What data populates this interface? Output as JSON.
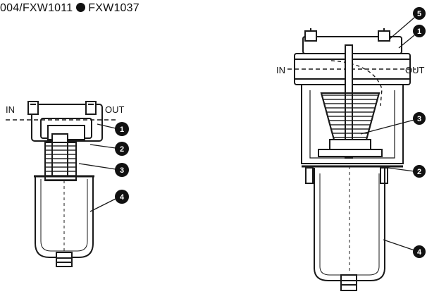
{
  "heading": {
    "left_model": "004/FXW1011",
    "right_model": "FXW1037"
  },
  "icons": {
    "separator": "filled-circle-bullet"
  },
  "left_unit": {
    "inlet_label": "IN",
    "outlet_label": "OUT",
    "callouts": [
      "1",
      "2",
      "3",
      "4"
    ]
  },
  "right_unit": {
    "inlet_label": "IN",
    "outlet_label": "OUT",
    "callouts": [
      "5",
      "1",
      "3",
      "2",
      "4"
    ]
  },
  "colors": {
    "line": "#1a1a1a",
    "callout_fill": "#111111",
    "background": "#ffffff"
  }
}
